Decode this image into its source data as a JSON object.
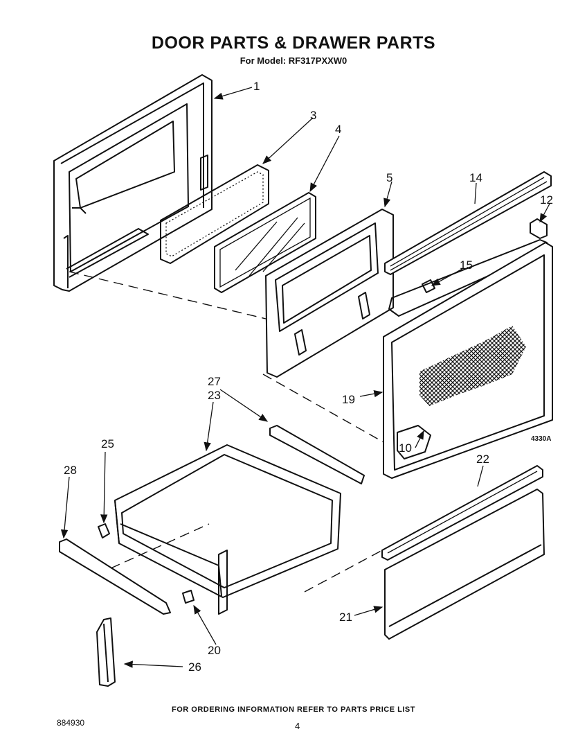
{
  "header": {
    "title": "DOOR PARTS & DRAWER PARTS",
    "subtitle": "For Model: RF317PXXW0"
  },
  "figure_ref": "4330A",
  "footer": {
    "note": "FOR ORDERING INFORMATION REFER TO PARTS PRICE LIST",
    "doc_number": "884930",
    "page_number": "4"
  },
  "callouts": [
    "1",
    "3",
    "4",
    "5",
    "14",
    "12",
    "15",
    "19",
    "10",
    "27",
    "23",
    "25",
    "28",
    "22",
    "20",
    "21",
    "26"
  ]
}
